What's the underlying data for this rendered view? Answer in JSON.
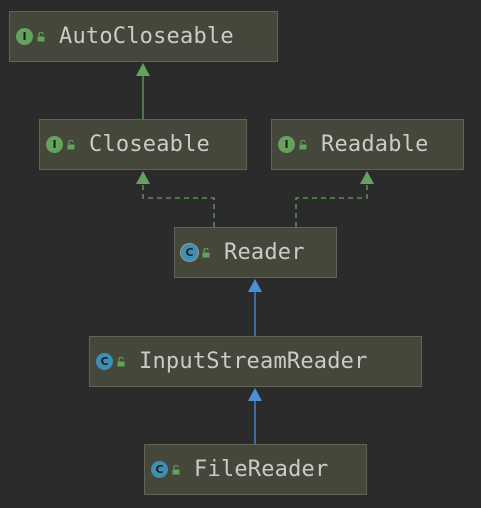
{
  "nodes": {
    "autocloseable": {
      "name": "AutoCloseable",
      "kind": "interface",
      "kind_letter": "I"
    },
    "closeable": {
      "name": "Closeable",
      "kind": "interface",
      "kind_letter": "I"
    },
    "readable": {
      "name": "Readable",
      "kind": "interface",
      "kind_letter": "I"
    },
    "reader": {
      "name": "Reader",
      "kind": "abstract class",
      "kind_letter": "C"
    },
    "inputstreamreader": {
      "name": "InputStreamReader",
      "kind": "class",
      "kind_letter": "C"
    },
    "filereader": {
      "name": "FileReader",
      "kind": "class",
      "kind_letter": "C"
    }
  },
  "edges": [
    {
      "from": "closeable",
      "to": "autocloseable",
      "type": "extends"
    },
    {
      "from": "reader",
      "to": "closeable",
      "type": "implements"
    },
    {
      "from": "reader",
      "to": "readable",
      "type": "implements"
    },
    {
      "from": "inputstreamreader",
      "to": "reader",
      "type": "extends"
    },
    {
      "from": "filereader",
      "to": "inputstreamreader",
      "type": "extends"
    }
  ],
  "colors": {
    "background": "#2b2b2b",
    "node_fill": "#45473b",
    "interface_badge": "#63a35c",
    "class_badge": "#3d8fb3",
    "interface_arrow": "#63a35c",
    "class_arrow": "#4a90d9",
    "text": "#c9ccc8"
  }
}
